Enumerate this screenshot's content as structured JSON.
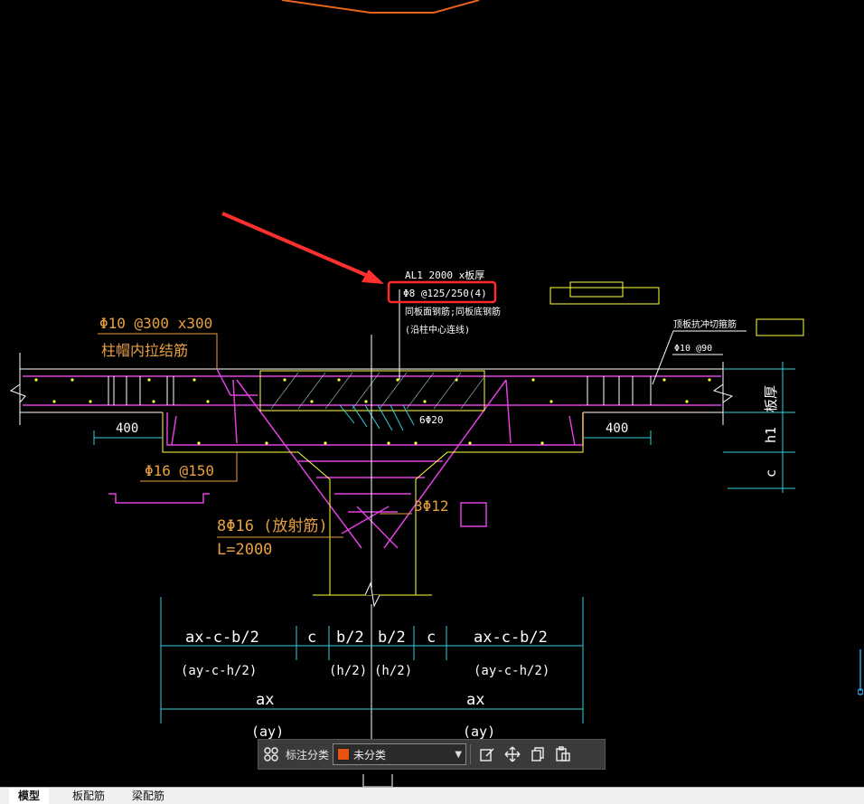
{
  "drawing": {
    "annotation_main": [
      "AL1 2000 x板厚",
      "Φ8 @125/250(4)",
      "同板面钢筋;同板底钢筋",
      "(沿柱中心连线)"
    ],
    "col_cap_bar": [
      "Φ10 @300 x300",
      "柱帽内拉结筋"
    ],
    "punching_bar": [
      "顶板抗冲切箍筋",
      "Φ10 @90"
    ],
    "top_bar": "6Φ20",
    "left_400": "400",
    "right_400": "400",
    "phi16": "Φ16 @150",
    "radial": [
      "8Φ16 (放射筋)",
      "L=2000"
    ],
    "three_phi12": "3Φ12",
    "right_dims": [
      "板厚",
      "h1",
      "c"
    ],
    "dims_row1": [
      "ax-c-b/2",
      "c",
      "b/2",
      "b/2",
      "c",
      "ax-c-b/2"
    ],
    "dims_row2": [
      "(ay-c-h/2)",
      "(h/2)",
      "(h/2)",
      "(ay-c-h/2)"
    ],
    "dims_row3": [
      "ax",
      "ax"
    ],
    "dims_row4": [
      "(ay)",
      "(ay)"
    ]
  },
  "toolbar": {
    "label": "标注分类",
    "select_value": "未分类",
    "swatch_color": "#e8540f"
  },
  "tabs": [
    "模型",
    "板配筋",
    "梁配筋"
  ],
  "colors": {
    "highlight": "#ff2a2a",
    "arrow": "#ff3030",
    "magenta": "#e040e0",
    "yellow": "#ffff40",
    "cyan": "#30d0e0",
    "orange": "#e8a040"
  }
}
